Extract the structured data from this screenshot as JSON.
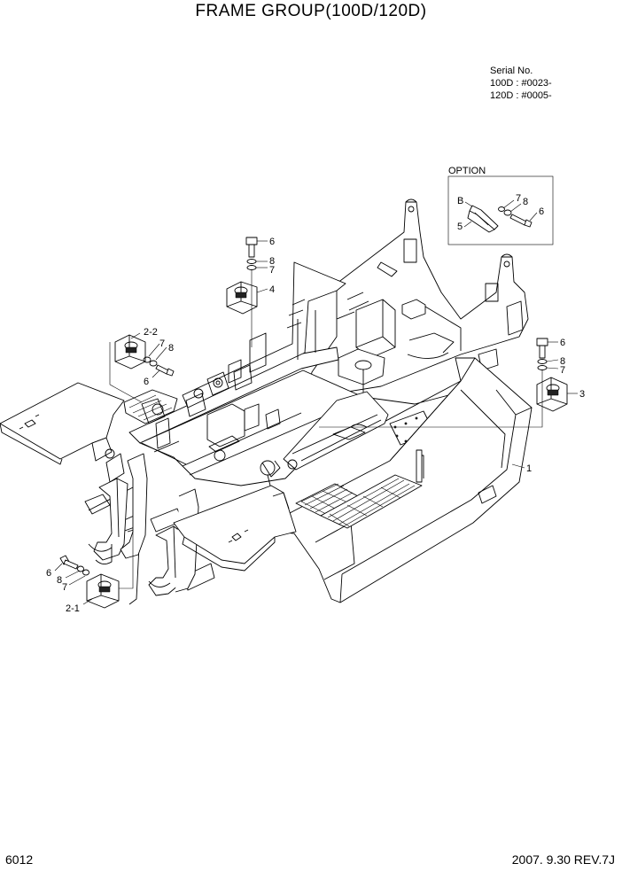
{
  "title": "FRAME GROUP(100D/120D)",
  "serial": {
    "heading": "Serial No.",
    "line1": "100D : #0023-",
    "line2": "120D : #0005-"
  },
  "option": {
    "label": "OPTION",
    "callouts": {
      "b": "B",
      "p5": "5",
      "p7": "7",
      "p8": "8",
      "p6": "6"
    }
  },
  "callouts": {
    "c6_top": "6",
    "c8_top": "8",
    "c7_top": "7",
    "c4": "4",
    "c2_2": "2-2",
    "c7_left": "7",
    "c8_left": "8",
    "c6_left": "6",
    "c6_right": "6",
    "c8_right": "8",
    "c7_right": "7",
    "c3": "3",
    "c1": "1",
    "c6_bottom": "6",
    "c8_bottom": "8",
    "c7_bottom": "7",
    "c2_1": "2-1"
  },
  "footer": {
    "page_number": "6012",
    "revision": "2007. 9.30  REV.7J"
  }
}
